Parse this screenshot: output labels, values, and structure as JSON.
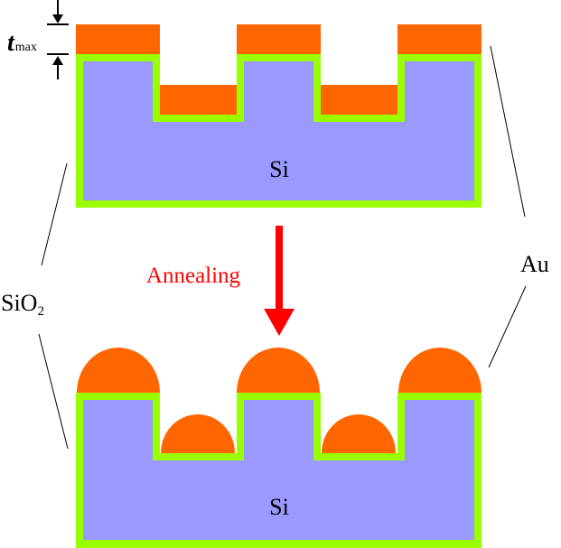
{
  "labels": {
    "t_symbol": "t",
    "t_subscript": "max",
    "si_top": "Si",
    "si_bottom": "Si",
    "annealing": "Annealing",
    "sio2_main": "SiO",
    "sio2_sub": "2",
    "au": "Au"
  },
  "colors": {
    "au": "#ff6600",
    "sio2": "#99ff00",
    "si": "#9999ff",
    "annealing": "#ff0000",
    "line": "#000000"
  }
}
